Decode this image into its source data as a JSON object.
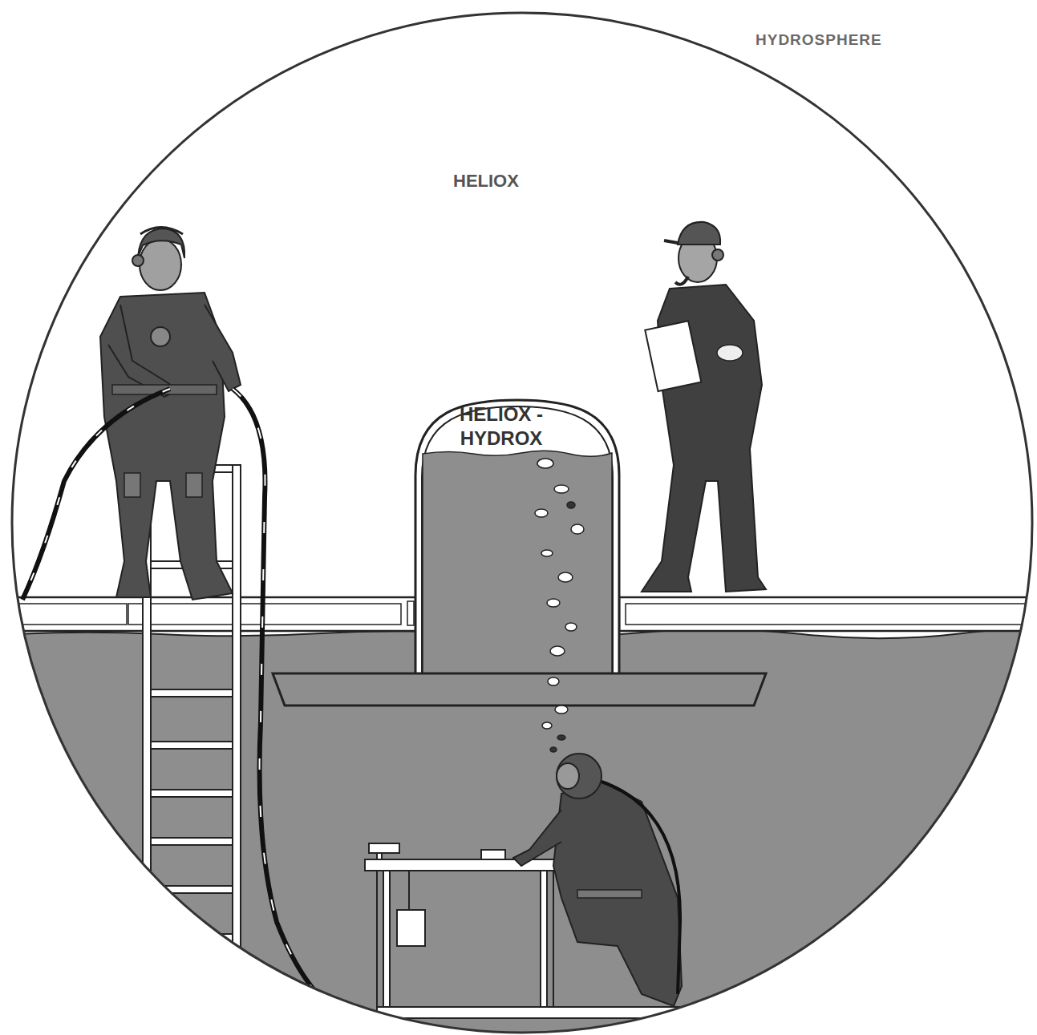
{
  "diagram": {
    "nodes": [
      {
        "text": [
          "HYDROSPHERE",
          "HELIOX"
        ]
      },
      {
        "text": [
          "HELIOX - HYDROX"
        ],
        "in": 0
      }
    ]
  }
}
